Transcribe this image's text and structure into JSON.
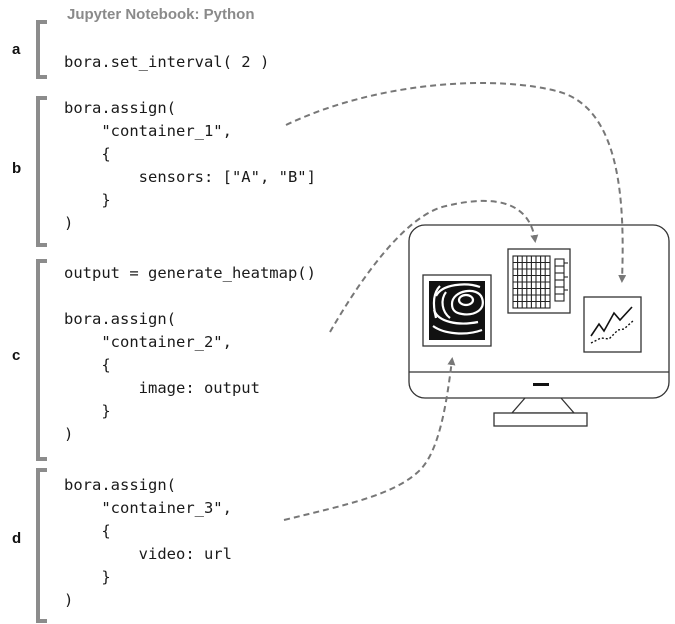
{
  "title": "Jupyter Notebook: Python",
  "sections": [
    {
      "label": "a",
      "lines": [
        "bora.set_interval( 2 )"
      ]
    },
    {
      "label": "b",
      "lines": [
        "bora.assign(",
        "    \"container_1\",",
        "    {",
        "        sensors: [\"A\", \"B\"]",
        "    }",
        ")"
      ]
    },
    {
      "label": "c",
      "lines": [
        "output = generate_heatmap()",
        "",
        "bora.assign(",
        "    \"container_2\",",
        "    {",
        "        image: output",
        "    }",
        ")"
      ]
    },
    {
      "label": "d",
      "lines": [
        "bora.assign(",
        "    \"container_3\",",
        "    {",
        "        video: url",
        "    }",
        ")"
      ]
    }
  ],
  "colors": {
    "bracket": "#8c8c8c",
    "arrow": "#777777",
    "monitor": "#333333"
  }
}
